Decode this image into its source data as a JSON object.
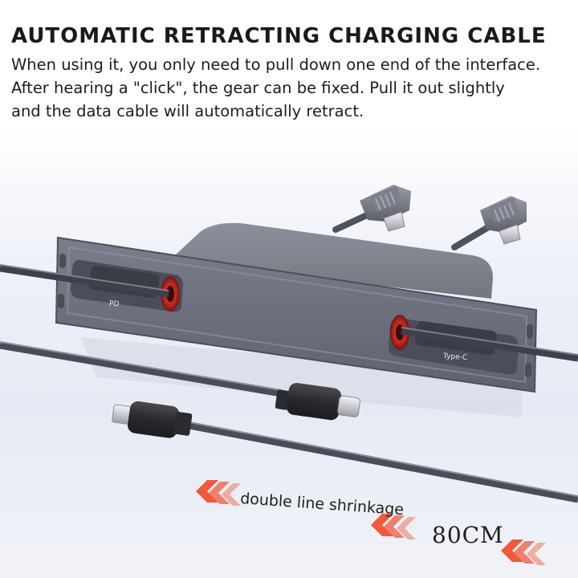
{
  "headline": "AUTOMATIC RETRACTING CHARGING CABLE",
  "description": [
    "When using it, you only need to pull down one end of the interface.",
    "After hearing a \"click\", the gear can be fixed. Pull it out slightly",
    "and the data cable will automatically retract."
  ],
  "port_labels": {
    "left": "PD",
    "right": "Type-C"
  },
  "callouts": {
    "shrinkage": "double line shrinkage",
    "length": "80CM"
  },
  "colors": {
    "body_gray": "#6b6d79",
    "accent_red": "#c42a22",
    "arrow_orange": "#ef5a3c"
  }
}
